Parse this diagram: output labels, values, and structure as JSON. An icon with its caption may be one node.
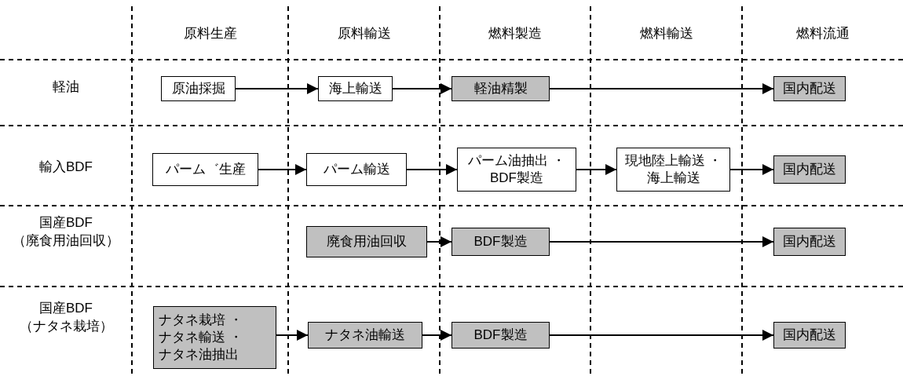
{
  "diagram": {
    "nodes": [
      {
        "text": [
          "原油採掘"
        ]
      },
      {
        "text": [
          "海上輸送"
        ]
      },
      {
        "text": [
          "軽油精製"
        ]
      },
      {
        "text": [
          "国内配送"
        ]
      },
      {
        "text": [
          "パーム゛生産"
        ]
      },
      {
        "text": [
          "パーム輸送"
        ]
      },
      {
        "text": [
          "パーム油抽出 ・BDF製造"
        ]
      },
      {
        "text": [
          "現地陸上輸送 ・海上輸送"
        ]
      },
      {
        "text": [
          "国内配送"
        ]
      },
      {
        "text": [
          "廃食用油回収"
        ]
      },
      {
        "text": [
          "BDF製造"
        ]
      },
      {
        "text": [
          "国内配送"
        ]
      },
      {
        "text": [
          "ナタネ栽培 ・ナタネ輸送 ・ナタネ油抽出"
        ]
      },
      {
        "text": [
          "ナタネ油輸送"
        ]
      },
      {
        "text": [
          "BDF製造"
        ]
      },
      {
        "text": [
          "国内配送"
        ]
      }
    ],
    "edges": [
      {
        "from": 0,
        "to": 1,
        "arrow": "to"
      },
      {
        "from": 1,
        "to": 2,
        "arrow": "to"
      },
      {
        "from": 2,
        "to": 3,
        "arrow": "to"
      },
      {
        "from": 4,
        "to": 5,
        "arrow": "to"
      },
      {
        "from": 5,
        "to": 6,
        "arrow": "to"
      },
      {
        "from": 6,
        "to": 7,
        "arrow": "to"
      },
      {
        "from": 7,
        "to": 8,
        "arrow": "to"
      },
      {
        "from": 9,
        "to": 10,
        "arrow": "to"
      },
      {
        "from": 10,
        "to": 11,
        "arrow": "to"
      },
      {
        "from": 12,
        "to": 13,
        "arrow": "to"
      },
      {
        "from": 13,
        "to": 14,
        "arrow": "to"
      },
      {
        "from": 14,
        "to": 15,
        "arrow": "to"
      }
    ],
    "labels": [
      "原料生産",
      "原料輸送",
      "燃料製造",
      "燃料輸送",
      "燃料流通",
      "軽油",
      "輸入BDF",
      "国産BDF （廃食用油回収）",
      "国産BDF （ナタネ栽培）"
    ]
  }
}
